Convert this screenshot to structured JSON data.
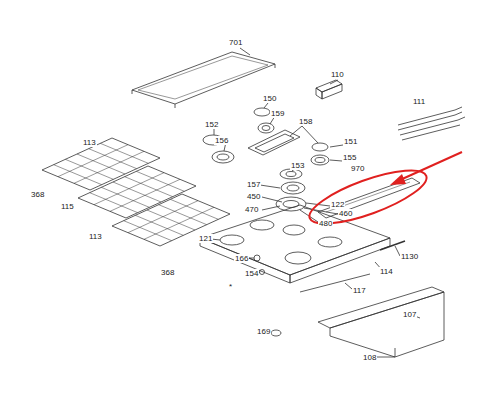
{
  "diagram": {
    "labels": [
      "701",
      "110",
      "111",
      "150",
      "159",
      "158",
      "152",
      "156",
      "151",
      "155",
      "153",
      "113",
      "970",
      "157",
      "368",
      "115",
      "450",
      "122",
      "460",
      "470",
      "480",
      "113",
      "121",
      "368",
      "1130",
      "114",
      "166",
      "154",
      "117",
      "107",
      "169",
      "108",
      "*"
    ]
  }
}
